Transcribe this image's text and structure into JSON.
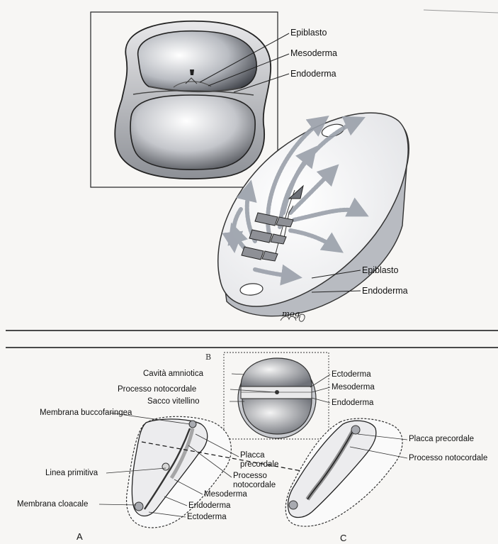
{
  "top_figure": {
    "inset_labels": [
      "Epiblasto",
      "Mesoderma",
      "Endoderma"
    ],
    "disc_labels": [
      "Epiblasto",
      "Endoderma"
    ],
    "signature": "mog"
  },
  "bottom_figure": {
    "panel_letters": [
      "A",
      "B",
      "C"
    ],
    "section_b_left": [
      "Cavità amniotica",
      "Processo notocordale",
      "Sacco vitellino"
    ],
    "section_b_right": [
      "Ectoderma",
      "Mesoderma",
      "Endoderma"
    ],
    "panel_a": {
      "membrana_buccofaringea": "Membrana buccofaringea",
      "linea_primitiva": "Linea primitiva",
      "membrana_cloacale": "Membrana cloacale",
      "placca_precordale": "Placca\nprecordale",
      "processo_notocordale": "Processo\nnotocordale",
      "mesoderma": "Mesoderma",
      "endoderma": "Endoderma",
      "ectoderma": "Ectoderma"
    },
    "panel_c": {
      "placca_precordale": "Placca precordale",
      "processo_notocordale": "Processo notocordale"
    }
  },
  "colors": {
    "ink": "#1a1a1a",
    "shade": "#8e9096",
    "arrow": "#9aa0aa",
    "paper": "#f7f6f4"
  }
}
